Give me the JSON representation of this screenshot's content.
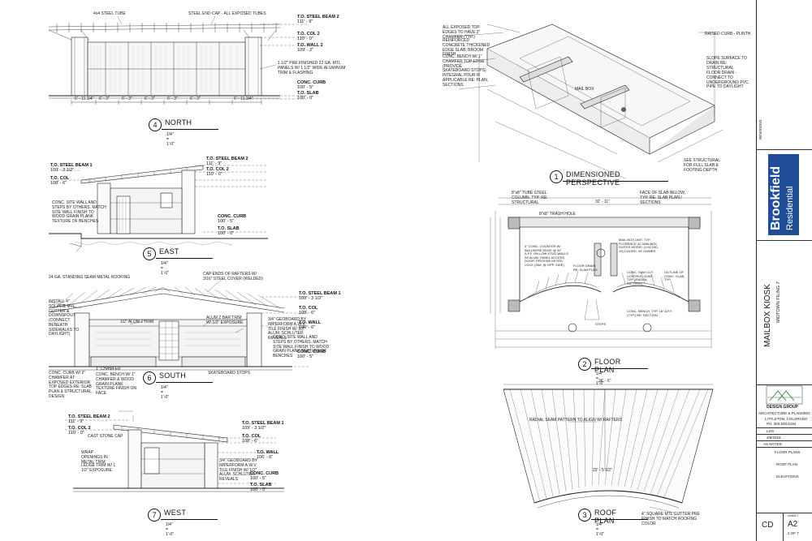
{
  "views": {
    "v4": {
      "num": "4",
      "name": "NORTH",
      "scale": "1/4\" = 1'-0\""
    },
    "v5": {
      "num": "5",
      "name": "EAST",
      "scale": "1/4\" = 1'-0\""
    },
    "v6": {
      "num": "6",
      "name": "SOUTH",
      "scale": "1/4\" = 1'-0\""
    },
    "v7": {
      "num": "7",
      "name": "WEST",
      "scale": "1/4\" = 1'-0\""
    },
    "v1": {
      "num": "1",
      "name": "DIMENSIONED PERSPECTIVE",
      "scale": ""
    },
    "v2": {
      "num": "2",
      "name": "FLOOR PLAN",
      "scale": "1/4\" = 1'-0\""
    },
    "v3": {
      "num": "3",
      "name": "ROOF PLAN",
      "scale": "1/4\" = 1'-0\""
    }
  },
  "levels": {
    "north": [
      {
        "name": "T.O. STEEL BEAM 2",
        "value": "111' - 9\""
      },
      {
        "name": "T.O. COL 2",
        "value": "110' - 0\""
      },
      {
        "name": "T.O. WALL 2",
        "value": "109' - 2\""
      },
      {
        "name": "CONC. CURB",
        "value": "100' - 5\""
      },
      {
        "name": "T.O. SLAB",
        "value": "100' - 0\""
      }
    ],
    "east": [
      {
        "name": "T.O. STEEL BEAM 2",
        "value": "111' - 9\""
      },
      {
        "name": "T.O. COL 2",
        "value": "110' - 0\""
      },
      {
        "name": "T.O. STEEL BEAM 1",
        "value": "109' - 3 1/2\""
      },
      {
        "name": "T.O. COL",
        "value": "108' - 6\""
      },
      {
        "name": "CONC. CURB",
        "value": "100' - 5\""
      },
      {
        "name": "T.O. SLAB",
        "value": "100' - 0\""
      }
    ],
    "south": [
      {
        "name": "T.O. STEEL BEAM 1",
        "value": "109' - 3 1/2\""
      },
      {
        "name": "T.O. COL",
        "value": "108' - 6\""
      },
      {
        "name": "T.O. WALL",
        "value": "106' - 6\""
      },
      {
        "name": "CONC. CURB",
        "value": "100' - 5\""
      }
    ],
    "west_left": [
      {
        "name": "T.O. STEEL BEAM 2",
        "value": "111' - 9\""
      },
      {
        "name": "T.O. COL 2",
        "value": "110' - 0\""
      }
    ],
    "west_right": [
      {
        "name": "T.O. STEEL BEAM 1",
        "value": "109' - 3 1/2\""
      },
      {
        "name": "T.O. COL",
        "value": "108' - 6\""
      },
      {
        "name": "T.O. WALL",
        "value": "106' - 6\""
      },
      {
        "name": "CONC. CURB",
        "value": "100' - 5\""
      },
      {
        "name": "T.O. SLAB",
        "value": "100' - 0\""
      }
    ]
  },
  "notes": {
    "north_top1": "4x4 STEEL TUBE",
    "north_top2": "STEEL END CAP - ALL EXPOSED TUBES",
    "north_side": "1 1/2\" PRE FINISHED 22 GA. MTL PANELS W/ 1 1/2\" WIDE ALUMINUM TRIM & FLASHING",
    "east_note": "CONC. SITE WALL AND STEPS BY OTHERS. MATCH SITE WALL FINISH TO WOOD GRAIN PLANK TEXTURE OF BENCHES",
    "south_roof": "24 GA. STANDING SEAM METAL ROOFING",
    "south_caps": "CAP ENDS OF RAFTERS W/ 3/16\" STEEL COVER (WELDED)",
    "south_gutter": "INSTALL 4\" SQUARE MTL GUTTER & DOWNSPOUT (CONNECT BENEATH SIDEWALKS TO DAYLIGHT)",
    "south_trim": "1/2\" ALUM J TRIM",
    "south_z": "ALUM Z BAR TRIM W/ 1/2\" EXPOSURE",
    "south_geo": "3/4\" GEOBOARD BY IMPERFORM A.W.V. TILE FINISH W/ 1/2\" ALUM. SCHLUTER REVEALS",
    "south_wall": "CONC. SITE WALL AND STEPS BY OTHERS. MATCH SITE WALL FINISH TO WOOD GRAIN PLANK TEXTURE OF BENCHES",
    "south_curb": "CONC. CURB W/ 2\" CHAMFER AT EXPOSED EXTERIOR TOP EDGES RE: SLAB PLAN & STRUCTURAL DESIGN",
    "south_bench": "CONC. BENCH W/ 1\" CHAMFER & WOOD GRAIN PLANK TEXTURE FINISH ON FACE",
    "south_chamfer": "1\" CHAMFER",
    "south_skate": "SKATEBOARD STOPS",
    "west_cap": "CAST STONE CAP",
    "west_wrap": "WRAP OPENINGS IN METAL TRIM",
    "west_ledge": "LEDGE TRIM W/ 1 1/2\" EXPOSURE",
    "west_geo": "3/4\" GEOBOARD BY IMPERFORM A.W.V. TILE FINISH W/ 1/2\" ALUM. SCHLUTER REVEALS",
    "p_edges": "ALL EXPOSED TOP EDGES TO HAVE 2\" CHAMFER (TYP.)",
    "p_slab": "REINFORCED CONCRETE THICKENED EDGE SLAB; BROOM FINISH",
    "p_bench": "CONC. BENCH W/ 1\" CHAMFER TOP EDGE (PROVIDE SKATEBOARD STOPS) INTEGRAL POUR IF APPLICABLE RE: PLAN, SECTIONS",
    "p_curb": "RAISED CURB - PLINTH",
    "p_slope": "SLOPE SURFACE TO DRAIN RE: STRUCTURAL",
    "p_drain": "FLOOR DRAIN - CONNECT TO UNDERGROUND PVC PIPE TO DAYLIGHT",
    "p_struct": "SEE STRUCTURAL FOR FULL SLAB & FOOTING DEPTH",
    "p_mail": "MAIL BOX",
    "f_col": "8\"x8\" TUBE STEEL COLUMN, TYP. RE: STRUCTURAL",
    "f_face": "FACE OF SLAB BELOW, TYP. RE: SLAB PLAN / SECTIONS",
    "f_trash": "8\"x8\" TRASH HOLE",
    "f_counter": "3\" CONC. COUNTER W/ BULLNOSE EDGE @ 32\" A.F.F. ON LOW STUD WALLS W/ ALUM. PANEL ACCESS DOOR. PROVIDE KEYED LOCK (SIM. @ OPP. SIDE)",
    "f_mailbox": "MAIL BOX UNIT, TYP. FLORENCE 4C MAILBOX SUITES MODEL (1 6C16D-15) COORD. W/ OWNER",
    "f_floorplan": "FLOOR DRAIN RE: SLAB PLAN",
    "f_saw": "CONC. SAW CUT CONTROL JOINT, TYP. (RADIAL PATTERN)",
    "f_outline": "OUTLINE OF CONC. SLAB, TYP.",
    "f_bench": "CONC. BENCH, TYP. 18\" A.F.F. (TYP.) RE: SECTION",
    "f_steps": "STEPS",
    "f_span": "32' - 11\"",
    "r_seam": "RADIAL SEAM PATTERN TO ALIGN W/ RAFTERS",
    "r_gutter": "4\" SQUARE MTL GUTTER PRE FINISH TO MATCH ROOFING COLOR",
    "r_span": "36' - 6\"",
    "r_depth": "22' - 5 1/2\""
  },
  "north_dims": [
    "6' - 11 3/4\"",
    "6' - 3\"",
    "6' - 3\"",
    "6' - 3\"",
    "6' - 3\"",
    "6' - 3\"",
    "6' - 11 3/4\""
  ],
  "titleblock": {
    "revision": "REVISIONS",
    "brand1": "Brookfield",
    "brand2": "Residential",
    "project": "MAILBOX KIOSK",
    "subdivision": "MIDTOWN FILING 7",
    "firm": "DESIGN GROUP",
    "firm_sub": "ARCHITECTURE & PLANNING",
    "firm_city": "LITTLETON, COLORADO",
    "firm_phone": "PH. 303.948.6194",
    "row1": "LDG",
    "row2": "4/8/2016",
    "row3": "AS NOTED",
    "list": [
      "FLOOR PLANS",
      "ROOF PLAN",
      "ELEVATIONS"
    ],
    "phase": "CD",
    "sheet_label": "SHEET",
    "sheet": "A2",
    "sheet_of": "2 OF 7"
  },
  "colors": {
    "brand_blue": "#1f4e96",
    "ink": "#111111"
  }
}
